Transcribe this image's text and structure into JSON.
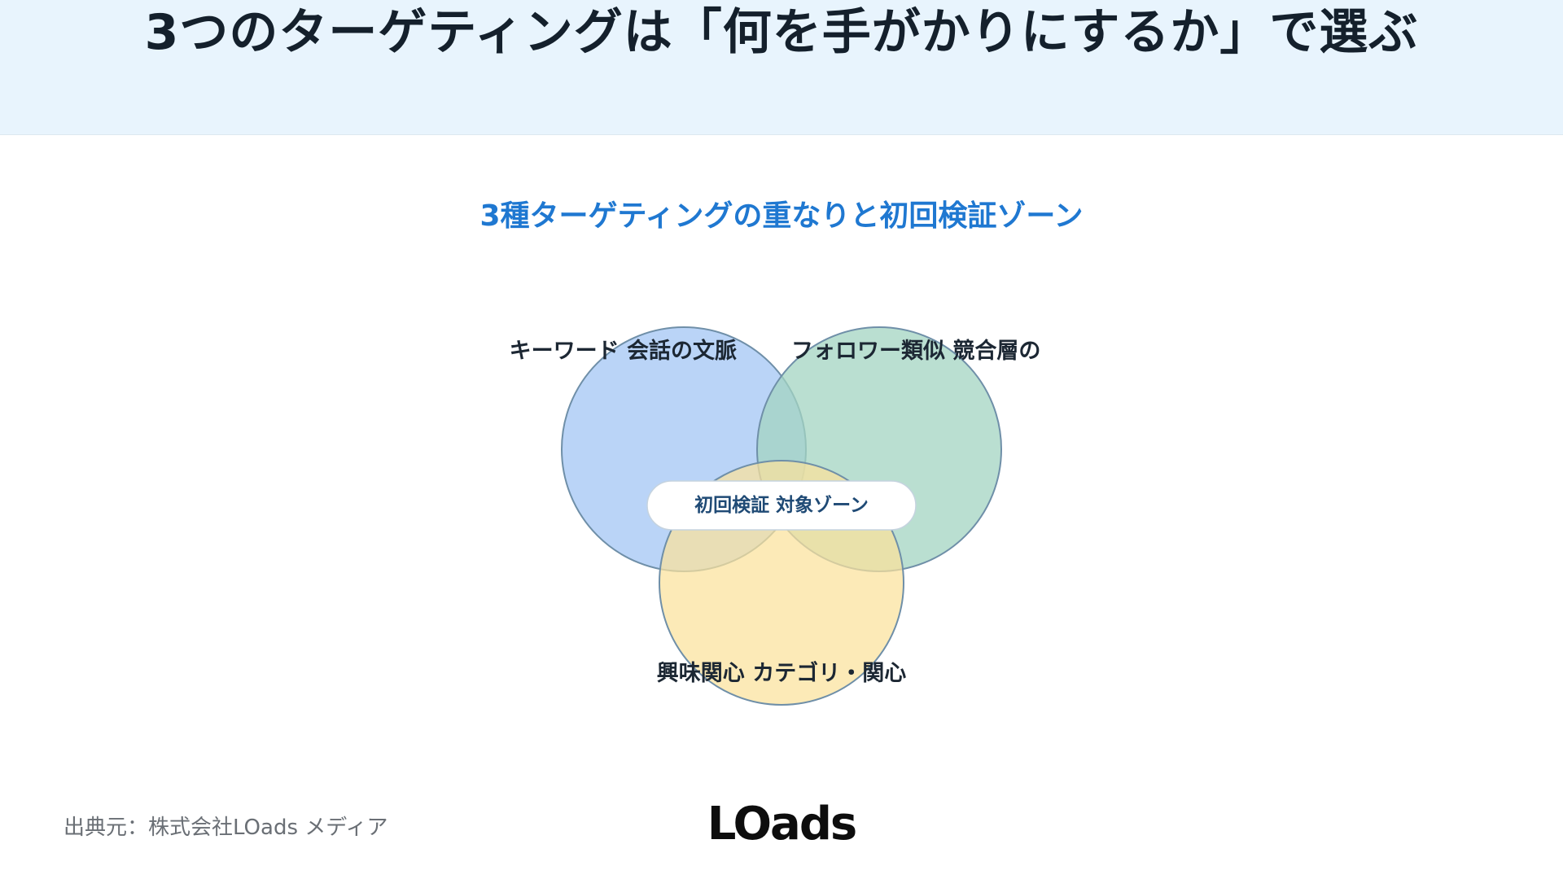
{
  "header": {
    "title": "3つのターゲティングは「何を手がかりにするか」で選ぶ"
  },
  "diagram": {
    "title": "3種ターゲティングの重なりと初回検証ゾーン",
    "circles": [
      {
        "label": "キーワード 会話の文脈",
        "color": "#a9c9f5"
      },
      {
        "label": "フォロワー類似 競合層の",
        "color": "#a3d4c2"
      },
      {
        "label": "興味関心 カテゴリ・関心",
        "color": "#fbe29b"
      }
    ],
    "center_label": "初回検証 対象ゾーン"
  },
  "footer": {
    "source": "出典元：株式会社LOads メディア",
    "logo_text": "LOads"
  }
}
